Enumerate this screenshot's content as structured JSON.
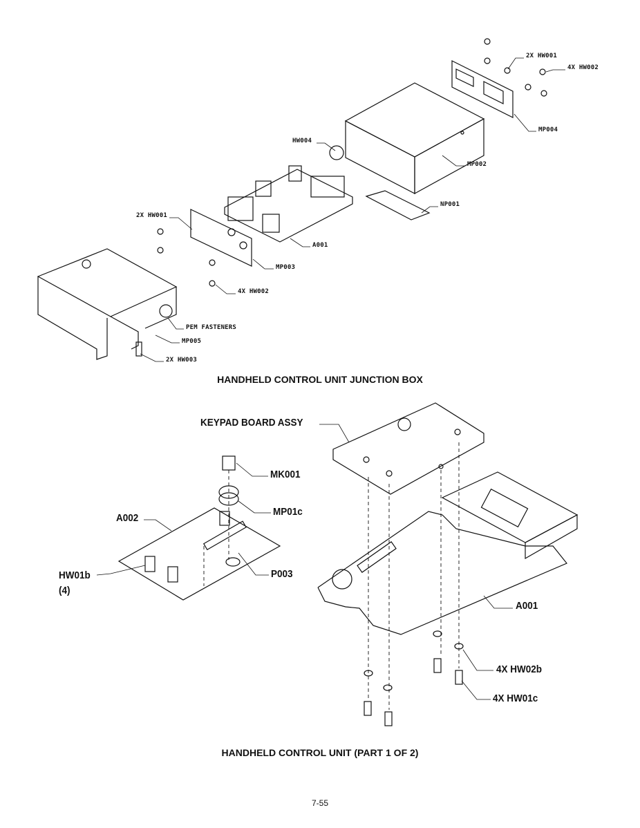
{
  "junction_box": {
    "title": "HANDHELD CONTROL UNIT JUNCTION BOX",
    "labels": {
      "hw001_right": "2X HW001",
      "hw002_right": "4X HW002",
      "mp004": "MP004",
      "hw004": "HW004",
      "mp002": "MP002",
      "np001": "NP001",
      "hw001_left": "2X HW001",
      "a001": "A001",
      "mp003": "MP003",
      "hw002_left": "4X HW002",
      "pem": "PEM FASTENERS",
      "mp005": "MP005",
      "hw003": "2X HW003"
    }
  },
  "control_unit": {
    "title": "HANDHELD CONTROL UNIT (PART 1 OF 2)",
    "labels": {
      "keypad": "KEYPAD BOARD ASSY",
      "mk001": "MK001",
      "mp01c": "MP01c",
      "a002": "A002",
      "hw01b": "HW01b",
      "hw01b_qty": "(4)",
      "p003": "P003",
      "a001": "A001",
      "hw02b": "4X HW02b",
      "hw01c": "4X HW01c"
    }
  },
  "page_number": "7-55"
}
